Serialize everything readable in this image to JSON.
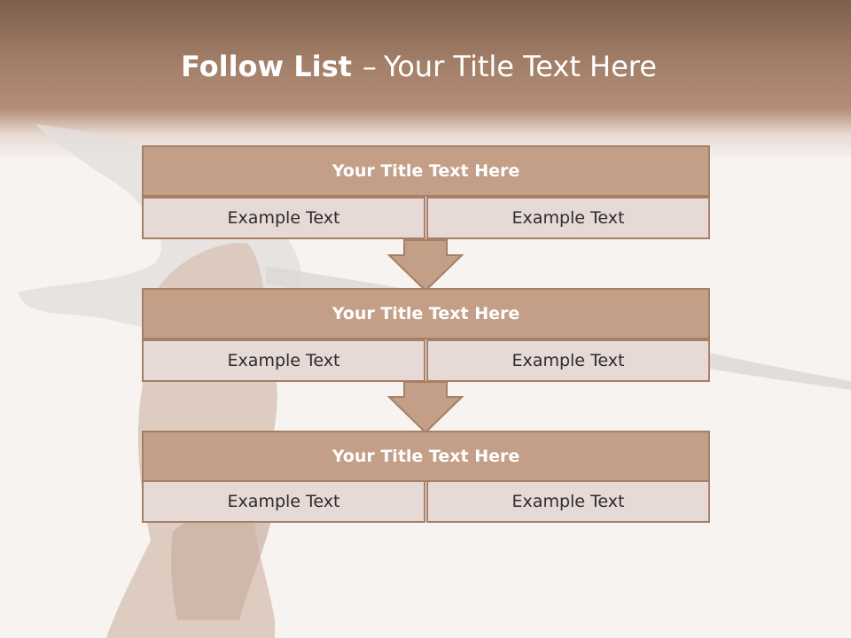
{
  "slide": {
    "title_bold": "Follow List",
    "title_dash": "–",
    "title_rest": "Your Title Text Here"
  },
  "colors": {
    "header_top": "#7d5f4c",
    "block_header_fill": "#c49f88",
    "block_border": "#a77e66",
    "cell_fill": "#e6d9d6"
  },
  "blocks": [
    {
      "title": "Your Title Text Here",
      "left_text": "Example Text",
      "right_text": "Example Text"
    },
    {
      "title": "Your Title Text Here",
      "left_text": "Example Text",
      "right_text": "Example Text"
    },
    {
      "title": "Your Title Text Here",
      "left_text": "Example Text",
      "right_text": "Example Text"
    }
  ],
  "connectors": [
    "down-arrow-icon",
    "down-arrow-icon"
  ]
}
